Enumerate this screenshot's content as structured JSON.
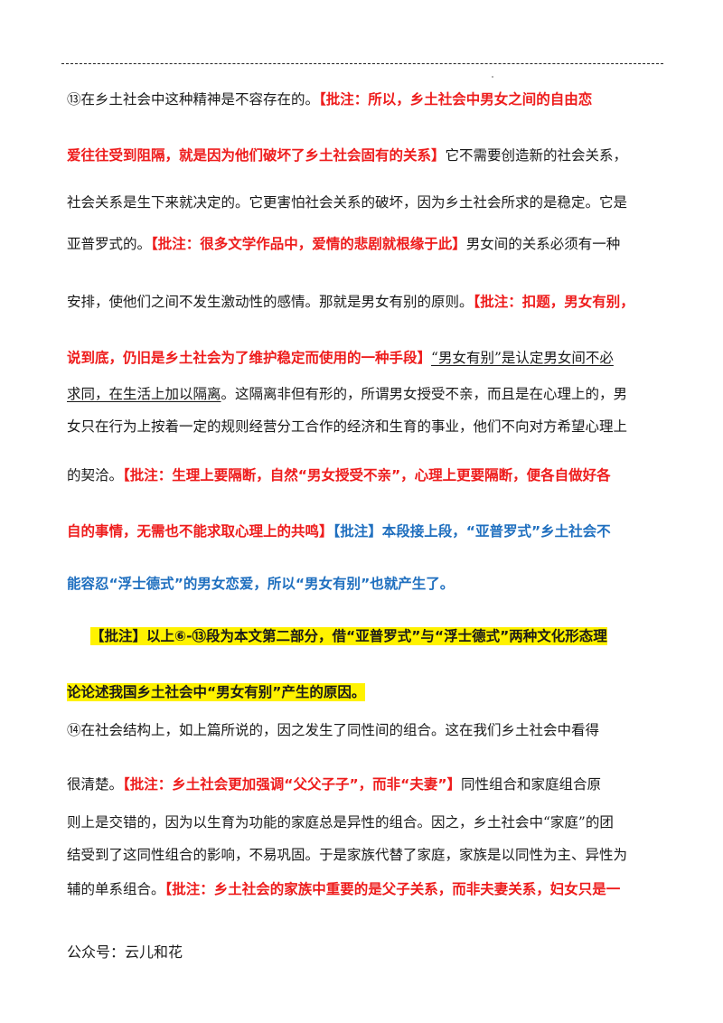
{
  "lines": [
    {
      "segs": [
        {
          "t": "⑬在乡土社会中这种精神是不容存在的。",
          "s": "n"
        },
        {
          "t": "【批注：所以，乡土社会中男女之间的自由恋",
          "s": "r"
        }
      ]
    },
    {
      "segs": [
        {
          "t": "爱往往受到阻隔，就是因为他们破坏了乡土社会固有的关系】",
          "s": "r"
        },
        {
          "t": "它不需要创造新的社会关系，",
          "s": "n"
        }
      ]
    },
    {
      "segs": [
        {
          "t": "社会关系是生下来就决定的。它更害怕社会关系的破坏，因为乡土社会所求的是稳定。它是",
          "s": "n"
        }
      ]
    },
    {
      "segs": [
        {
          "t": "亚普罗式的。",
          "s": "n"
        },
        {
          "t": "【批注：很多文学作品中，爱情的悲剧就根缘于此】",
          "s": "r"
        },
        {
          "t": "男女间的关系必须有一种",
          "s": "n"
        }
      ]
    },
    {
      "segs": [
        {
          "t": "安排，使他们之间不发生激动性的感情。那就是男女有别的原则。",
          "s": "n"
        },
        {
          "t": "【批注：扣题，男女有别，",
          "s": "r"
        }
      ]
    },
    {
      "segs": [
        {
          "t": "说到底，仍旧是乡土社会为了维护稳定而使用的一种手段】",
          "s": "r"
        },
        {
          "t": "“男女有别”是认定男女间不必",
          "s": "u"
        }
      ]
    },
    {
      "segs": [
        {
          "t": "求同，在生活上加以隔离",
          "s": "u"
        },
        {
          "t": "。这隔离非但有形的，所谓男女授受不亲，而且是在心理上的，男",
          "s": "n"
        }
      ]
    },
    {
      "segs": [
        {
          "t": "女只在行为上按着一定的规则经营分工合作的经济和生育的事业，他们不向对方希望心理上",
          "s": "n"
        }
      ]
    },
    {
      "segs": [
        {
          "t": "的契洽。",
          "s": "n"
        },
        {
          "t": "【批注：生理上要隔断，自然“男女授受不亲”，心理上更要隔断，便各自做好各",
          "s": "r"
        }
      ]
    },
    {
      "segs": [
        {
          "t": "自的事情，无需也不能求取心理上的共鸣】",
          "s": "r"
        },
        {
          "t": "【批注】本段接上段，“亚普罗式”乡土社会不",
          "s": "b"
        }
      ]
    },
    {
      "segs": [
        {
          "t": "能容忍“浮士德式”的男女恋爱，所以“男女有别”也就产生了。",
          "s": "b"
        }
      ]
    },
    {
      "segs": [
        {
          "t": "【批注】以上⑥-⑬段为本文第二部分，借“亚普罗式”与“浮士德式”两种文化形态理",
          "s": "h"
        }
      ]
    },
    {
      "segs": [
        {
          "t": "论论述我国乡土社会中“男女有别”产生的原因。",
          "s": "h"
        }
      ]
    },
    {
      "segs": [
        {
          "t": "⑭在社会结构上，如上篇所说的，因之发生了同性间的组合。这在我们乡土社会中看得",
          "s": "n"
        }
      ]
    },
    {
      "segs": [
        {
          "t": "很清楚。",
          "s": "n"
        },
        {
          "t": "【批注：乡土社会更加强调“父父子子”，而非“夫妻”】",
          "s": "r"
        },
        {
          "t": "同性组合和家庭组合原",
          "s": "n"
        }
      ]
    },
    {
      "segs": [
        {
          "t": "则上是交错的，因为以生育为功能的家庭总是异性的组合。因之，乡土社会中“家庭”的团",
          "s": "n"
        }
      ]
    },
    {
      "segs": [
        {
          "t": "结受到了这同性组合的影响，不易巩固。于是家族代替了家庭，家族是以同性为主、异性为",
          "s": "n"
        }
      ]
    },
    {
      "segs": [
        {
          "t": "辅的单系组合。",
          "s": "n"
        },
        {
          "t": "【批注：乡土社会的家族中重要的是父子关系，而非夫妻关系，妇女只是一",
          "s": "r"
        }
      ]
    }
  ],
  "footer": "公众号：云儿和花"
}
